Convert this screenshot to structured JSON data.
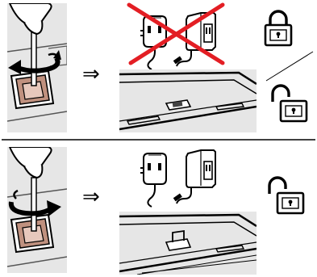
{
  "steps": [
    {
      "id": "top",
      "panel": {
        "screw_direction": "counterclockwise",
        "adapters_allowed": false
      },
      "lock_states": [
        "locked",
        "unlocked"
      ],
      "icons": [
        "screwdriver-turn-icon",
        "arrow-right-icon",
        "power-plug-icon",
        "power-adapter-icon",
        "no-power-cross-icon",
        "lock-closed-icon",
        "lock-open-icon"
      ]
    },
    {
      "id": "bottom",
      "panel": {
        "screw_direction": "clockwise",
        "adapters_allowed": true
      },
      "lock_states": [
        "unlocked"
      ],
      "icons": [
        "screwdriver-turn-icon",
        "arrow-right-icon",
        "power-plug-icon",
        "power-adapter-icon",
        "lock-open-icon"
      ]
    }
  ],
  "arrow_symbol": "⇒",
  "colors": {
    "ink": "#000000",
    "panel_grey": "#e6e6e6",
    "switch_copper": "#c0917f",
    "cross_red": "#e31e24"
  }
}
